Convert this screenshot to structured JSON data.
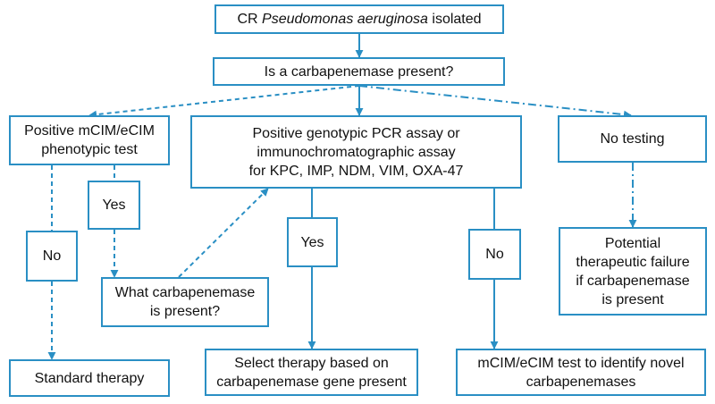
{
  "colors": {
    "stroke": "#2a8fc4",
    "text": "#111111",
    "background": "#ffffff"
  },
  "nodes": {
    "root": {
      "prefix": "CR ",
      "italic": "Pseudomonas aeruginosa",
      "suffix": " isolated"
    },
    "question": {
      "label": "Is a carbapenemase present?"
    },
    "mcim": {
      "lines": [
        "Positive mCIM/eCIM",
        "phenotypic test"
      ]
    },
    "genotypic": {
      "lines": [
        "Positive genotypic PCR assay or",
        "immunochromatographic assay",
        "for KPC, IMP, NDM, VIM, OXA-47"
      ]
    },
    "no_testing": {
      "label": "No testing"
    },
    "yes_left": {
      "label": "Yes"
    },
    "no_left": {
      "label": "No"
    },
    "which": {
      "lines": [
        "What carbapenemase",
        "is present?"
      ]
    },
    "yes_mid": {
      "label": "Yes"
    },
    "no_mid": {
      "label": "No"
    },
    "failure": {
      "lines": [
        "Potential",
        "therapeutic failure",
        "if carbapenemase",
        "is present"
      ]
    },
    "standard": {
      "label": "Standard therapy"
    },
    "select": {
      "lines": [
        "Select therapy based on",
        "carbapenemase gene present"
      ]
    },
    "novel": {
      "lines": [
        "mCIM/eCIM test to identify novel",
        "carbapenemases"
      ]
    }
  },
  "edges": [
    {
      "from": "root",
      "to": "question",
      "style": "solid"
    },
    {
      "from": "question",
      "to": "mcim",
      "style": "dashed"
    },
    {
      "from": "question",
      "to": "genotypic",
      "style": "solid"
    },
    {
      "from": "question",
      "to": "no_testing",
      "style": "dash-dot"
    },
    {
      "from": "mcim",
      "to": "no_left",
      "style": "dashed"
    },
    {
      "from": "mcim",
      "to": "yes_left",
      "style": "dashed"
    },
    {
      "from": "no_left",
      "to": "standard",
      "style": "dashed"
    },
    {
      "from": "yes_left",
      "to": "which",
      "style": "dashed"
    },
    {
      "from": "which",
      "to": "genotypic",
      "style": "dashed"
    },
    {
      "from": "genotypic",
      "to": "yes_mid",
      "style": "solid"
    },
    {
      "from": "genotypic",
      "to": "no_mid",
      "style": "solid"
    },
    {
      "from": "yes_mid",
      "to": "select",
      "style": "solid"
    },
    {
      "from": "no_mid",
      "to": "novel",
      "style": "solid"
    },
    {
      "from": "no_testing",
      "to": "failure",
      "style": "dash-dot"
    }
  ]
}
